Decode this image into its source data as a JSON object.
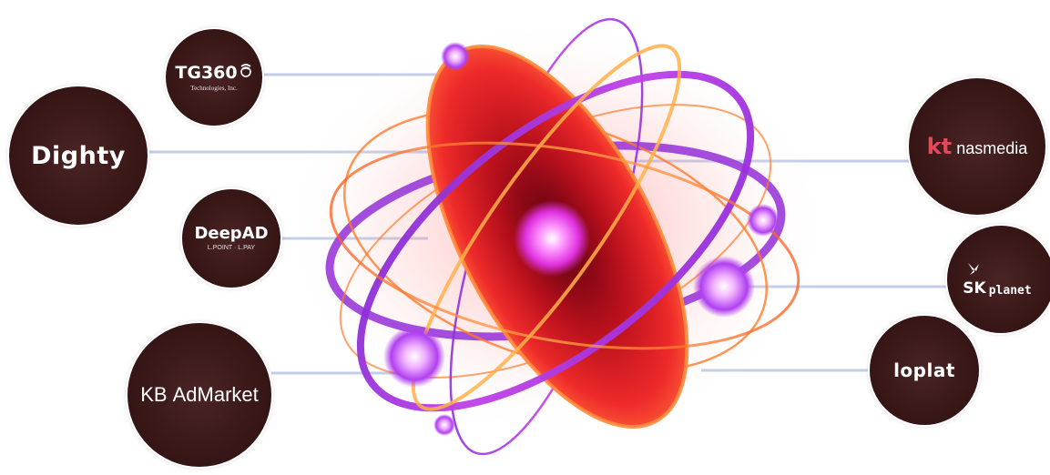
{
  "partners": {
    "tg360": {
      "name": "TG360",
      "sub": "Technologies, Inc."
    },
    "dighty": {
      "name": "Dighty"
    },
    "deepad": {
      "name": "DeepAD",
      "sub": "L.POINT · L.PAY"
    },
    "kb": {
      "prefix": "KB",
      "name": "AdMarket"
    },
    "nasmedia": {
      "prefix": "kt",
      "name": "nasmedia"
    },
    "skplanet": {
      "prefix": "SK",
      "name": "planet"
    },
    "loplat": {
      "name": "loplat"
    }
  },
  "colors": {
    "circle": "#3a1818",
    "connector": "#b8c6e6",
    "core": "#e01a2a",
    "nucleus": "#e040e0",
    "orbit_purple": "#9a3ad8",
    "orbit_orange": "#ff7a2a",
    "kt_red": "#e24a5c"
  },
  "icons": {
    "tg360": "tg360-swirl-icon",
    "skplanet": "sk-butterfly-icon"
  }
}
